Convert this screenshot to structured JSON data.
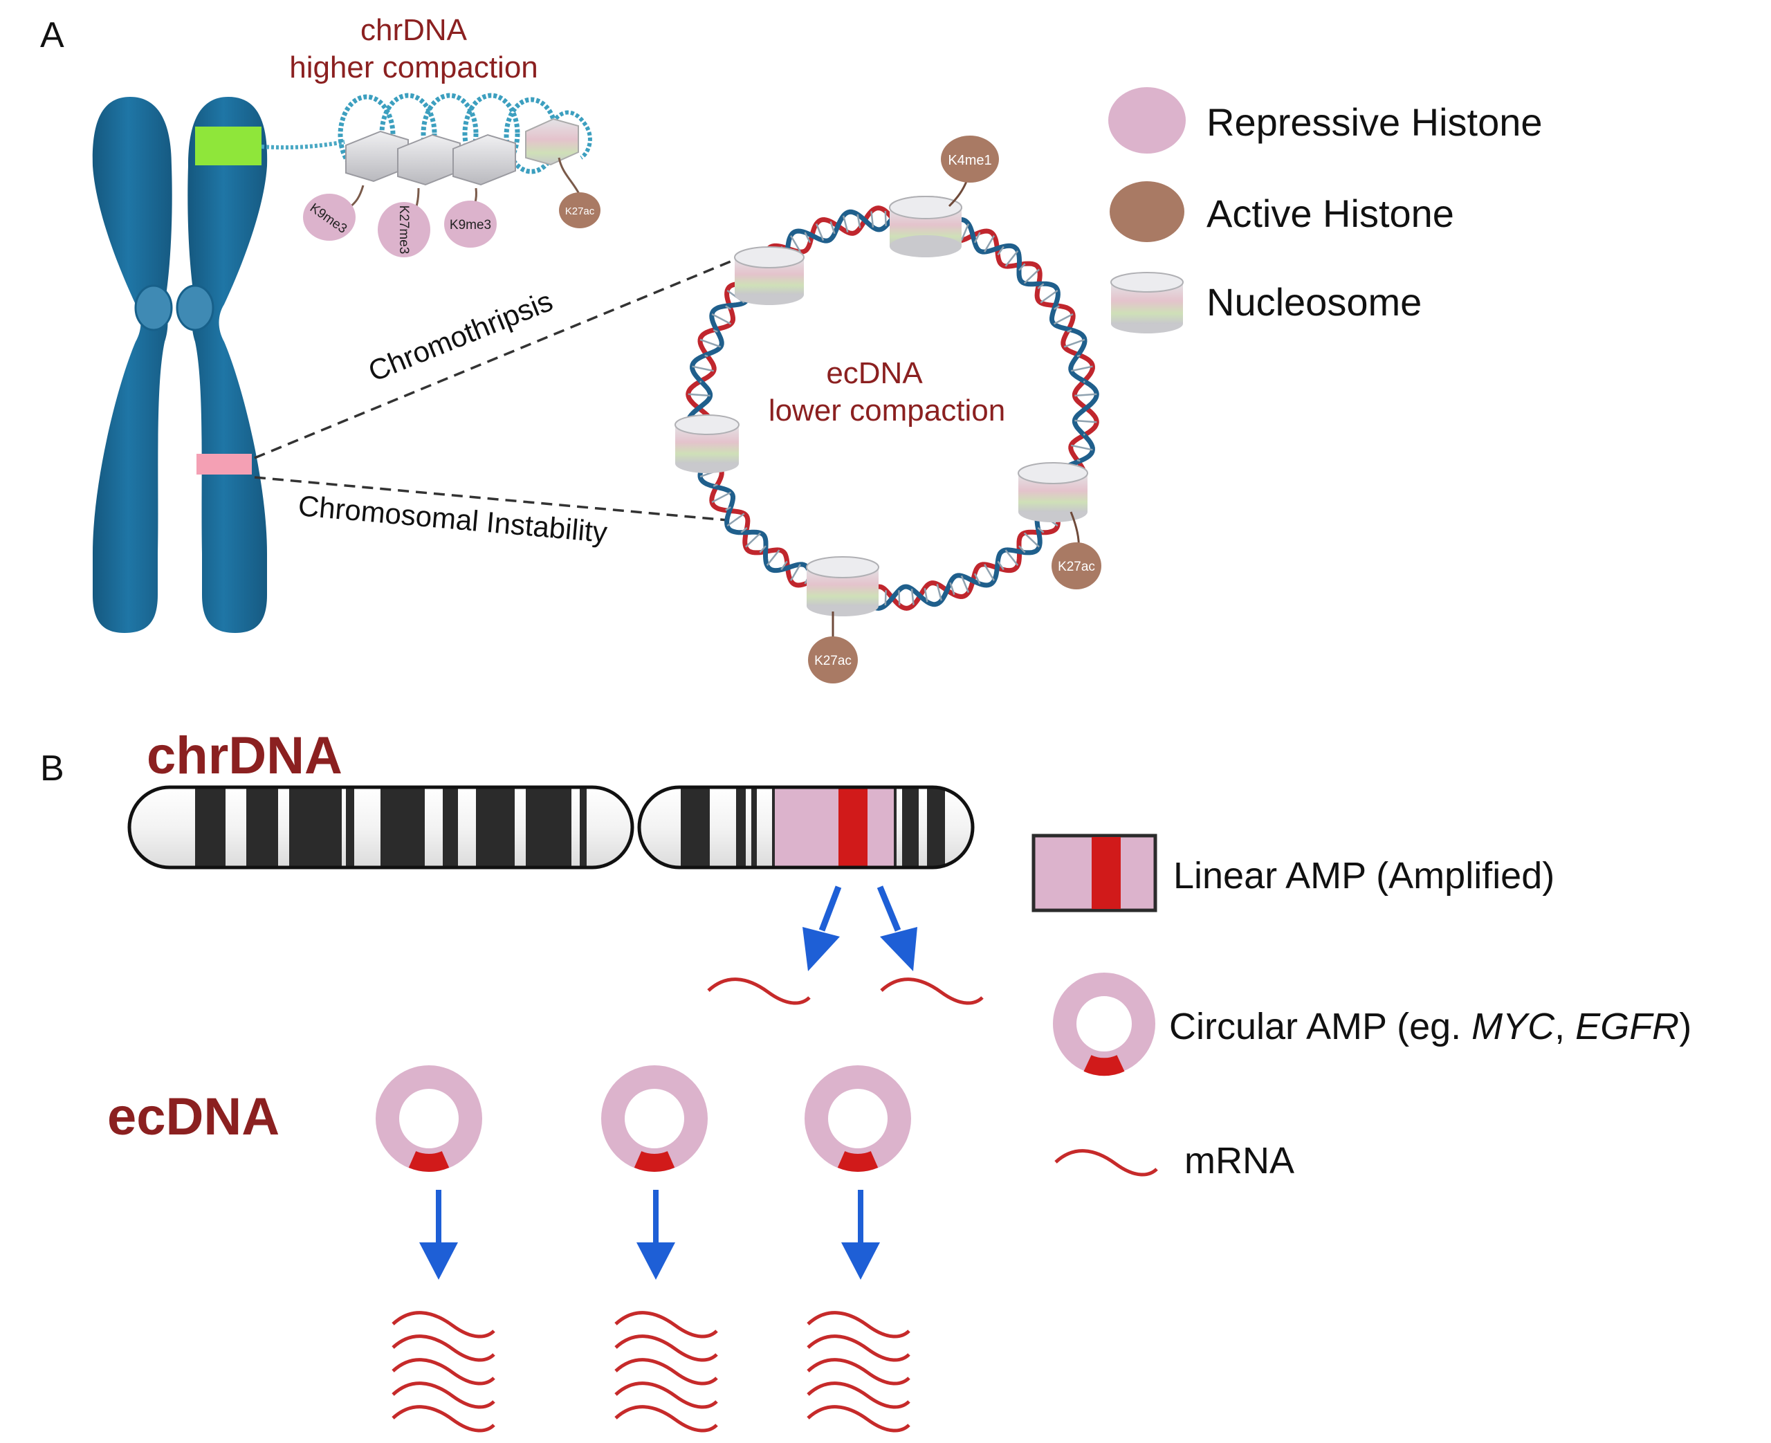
{
  "panel_a": {
    "label": "A",
    "chr_title_line1": "chrDNA",
    "chr_title_line2": "higher compaction",
    "ec_title_line1": "ecDNA",
    "ec_title_line2": "lower compaction",
    "chromothripsis": "Chromothripsis",
    "instability": "Chromosomal Instability",
    "marks": {
      "k9me3_a": "K9me3",
      "k27me3": "K27me3",
      "k9me3_b": "K9me3",
      "k27ac_top": "K27ac",
      "k4me1": "K4me1",
      "k27ac_right": "K27ac",
      "k27ac_bottom": "K27ac"
    },
    "legend": {
      "repressive": "Repressive Histone",
      "active": "Active Histone",
      "nucleosome": "Nucleosome"
    }
  },
  "panel_b": {
    "label": "B",
    "chr_label": "chrDNA",
    "ec_label": "ecDNA",
    "legend": {
      "linear": "Linear AMP (Amplified)",
      "circular_prefix": "Circular AMP (eg. ",
      "circular_gene1": "MYC",
      "circular_sep": ", ",
      "circular_gene2": "EGFR",
      "circular_suffix": ")",
      "mrna": "mRNA"
    }
  },
  "colors": {
    "chromosome": "#1b6a96",
    "chr_text": "#8b2020",
    "repressive": "#dcb3cc",
    "active": "#a97a64",
    "dna_red": "#c0262d",
    "dna_blue": "#1f5f8c",
    "amp_red": "#d11a1a",
    "arrow": "#1e5fd6",
    "mrna": "#c62a2a"
  }
}
